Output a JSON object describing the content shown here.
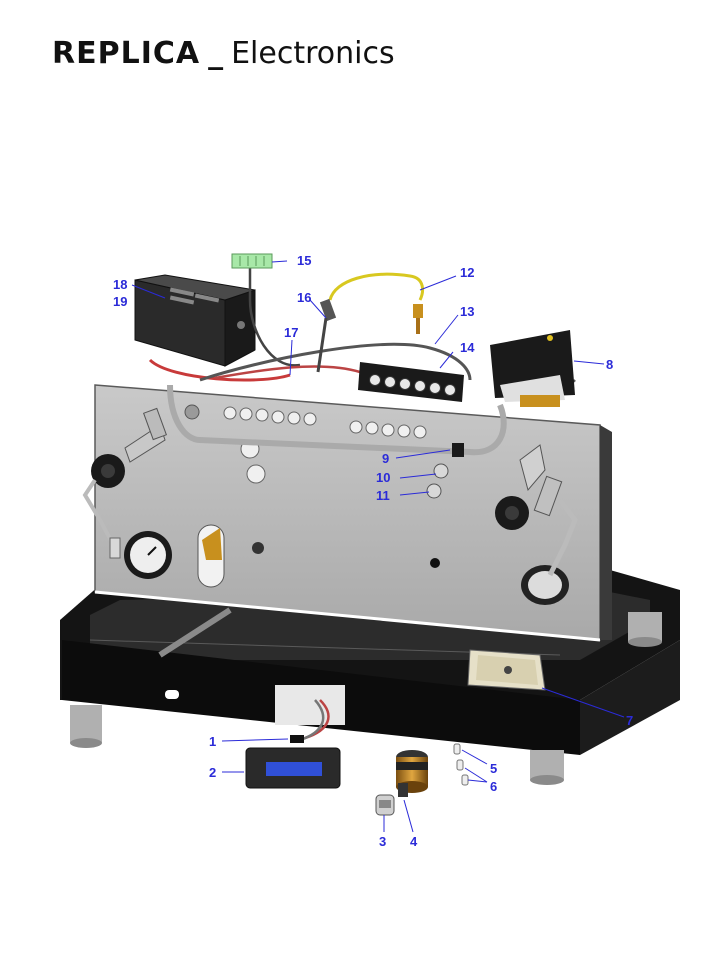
{
  "title": {
    "brand": "REPLICA",
    "separator": "_",
    "subtitle": "Electronics"
  },
  "colors": {
    "callout": "#2b2bd8",
    "frame": "#111111",
    "panel": "#b9b9b9",
    "box": "#2a2a2a",
    "led_board": "#a8e8a8",
    "brass": "#c8901e"
  },
  "callouts": [
    {
      "id": "c1",
      "label": "1"
    },
    {
      "id": "c2",
      "label": "2"
    },
    {
      "id": "c3",
      "label": "3"
    },
    {
      "id": "c4",
      "label": "4"
    },
    {
      "id": "c5",
      "label": "5"
    },
    {
      "id": "c6",
      "label": "6"
    },
    {
      "id": "c7",
      "label": "7"
    },
    {
      "id": "c8",
      "label": "8"
    },
    {
      "id": "c9",
      "label": "9"
    },
    {
      "id": "c10",
      "label": "10"
    },
    {
      "id": "c11",
      "label": "11"
    },
    {
      "id": "c12",
      "label": "12"
    },
    {
      "id": "c13",
      "label": "13"
    },
    {
      "id": "c14",
      "label": "14"
    },
    {
      "id": "c15",
      "label": "15"
    },
    {
      "id": "c16",
      "label": "16"
    },
    {
      "id": "c17",
      "label": "17"
    },
    {
      "id": "c18",
      "label": "18"
    },
    {
      "id": "c19",
      "label": "19"
    }
  ]
}
